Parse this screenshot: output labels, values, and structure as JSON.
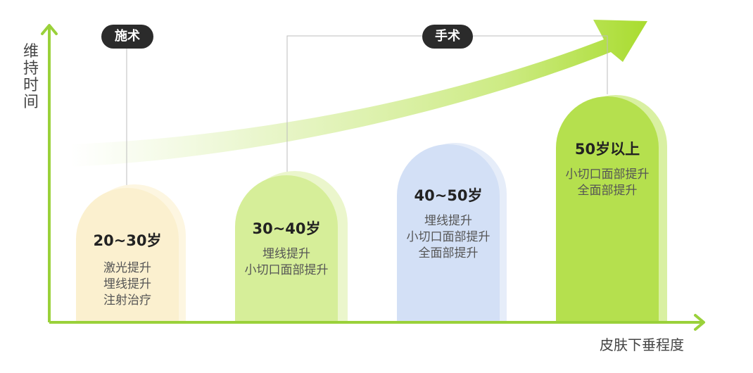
{
  "axes": {
    "y_label": "维持时间",
    "x_label": "皮肤下垂程度",
    "color": "#9ad13a"
  },
  "callouts": [
    {
      "label": "施术"
    },
    {
      "label": "手术"
    }
  ],
  "stages": [
    {
      "age": "20~30岁",
      "items": [
        "激光提升",
        "埋线提升",
        "注射治疗"
      ],
      "color": "#fbf0cf",
      "shade": "#fdf6e1"
    },
    {
      "age": "30~40岁",
      "items": [
        "埋线提升",
        "小切口面部提升"
      ],
      "color": "#d6ee99",
      "shade": "#ebf6cc"
    },
    {
      "age": "40~50岁",
      "items": [
        "埋线提升",
        "小切口面部提升",
        "全面部提升"
      ],
      "color": "#d3e0f6",
      "shade": "#e6edf9"
    },
    {
      "age": "50岁以上",
      "items": [
        "小切口面部提升",
        "全面部提升"
      ],
      "color": "#b5e04e",
      "shade": "#d9f0a2"
    }
  ]
}
